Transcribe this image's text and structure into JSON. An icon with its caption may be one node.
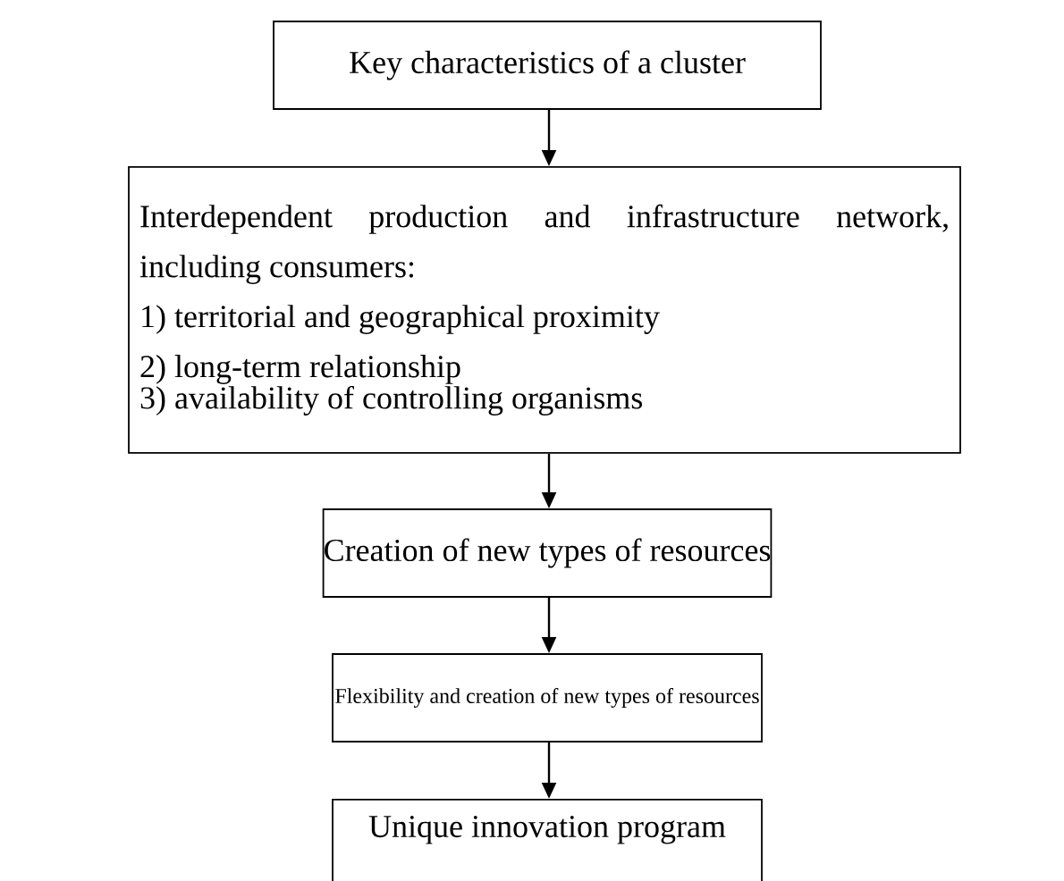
{
  "diagram": {
    "nodes": [
      {
        "text": [
          "Key characteristics of a cluster"
        ]
      },
      {
        "text": [
          "Interdependent production and infrastructure network, including consumers:",
          "1) territorial and geographical proximity",
          "2) long-term relationship",
          "3) availability of controlling organisms"
        ]
      },
      {
        "text": [
          "Creation of new types of resources"
        ]
      },
      {
        "text": [
          "Flexibility and creation of new types of resources"
        ]
      },
      {
        "text": [
          "Unique innovation program"
        ]
      }
    ],
    "edges": [
      {
        "from": 0,
        "to": 1,
        "arrow": "to"
      },
      {
        "from": 1,
        "to": 2,
        "arrow": "to"
      },
      {
        "from": 2,
        "to": 3,
        "arrow": "to"
      },
      {
        "from": 3,
        "to": 4,
        "arrow": "to"
      }
    ]
  }
}
